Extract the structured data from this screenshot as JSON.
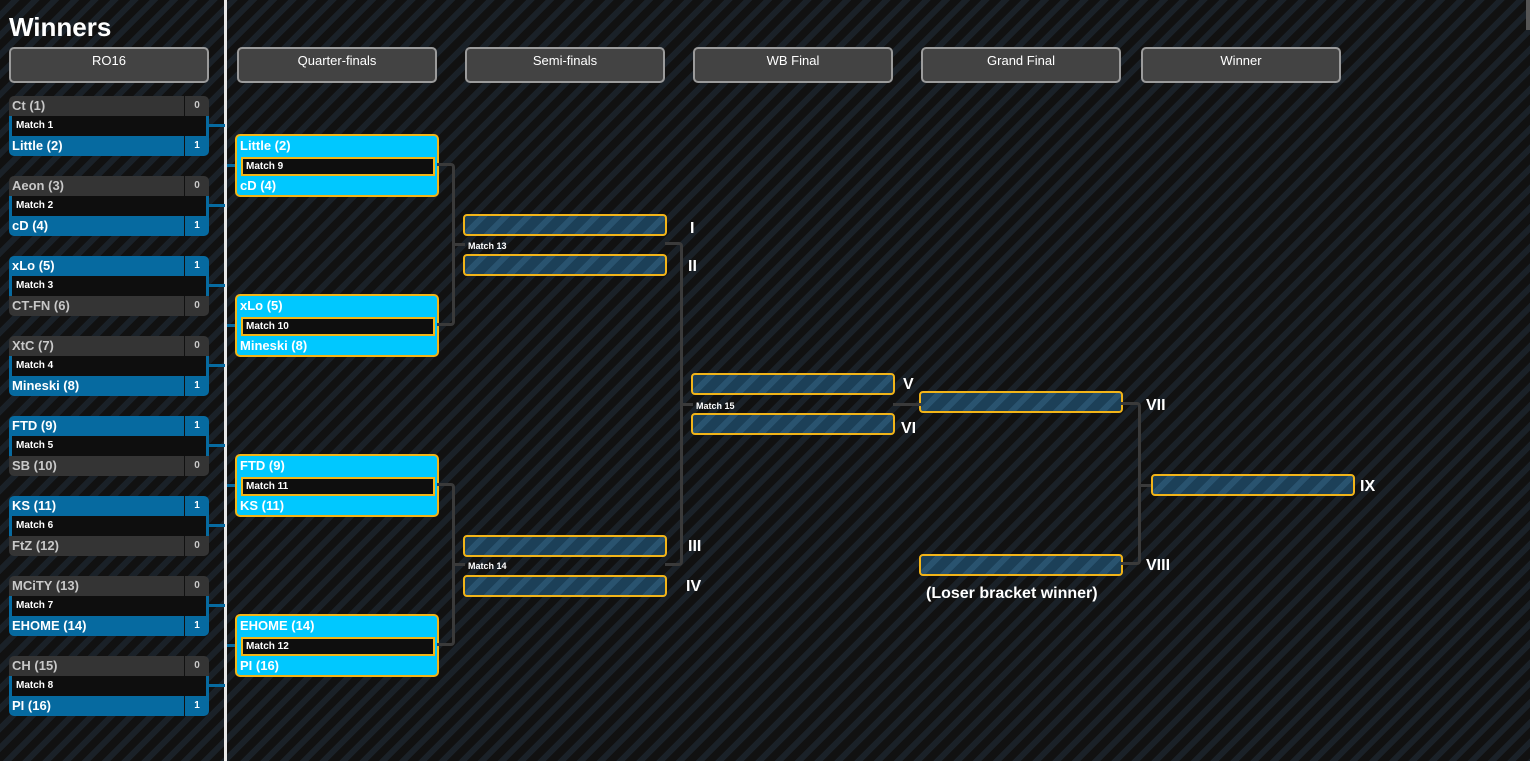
{
  "title": "Winners",
  "rounds": [
    "RO16",
    "Quarter-finals",
    "Semi-finals",
    "WB Final",
    "Grand Final",
    "Winner"
  ],
  "ro16": [
    {
      "match": "Match 1",
      "top": {
        "name": "Ct (1)",
        "score": "0"
      },
      "bottom": {
        "name": "Little (2)",
        "score": "1"
      },
      "winner": "bottom"
    },
    {
      "match": "Match 2",
      "top": {
        "name": "Aeon (3)",
        "score": "0"
      },
      "bottom": {
        "name": "cD (4)",
        "score": "1"
      },
      "winner": "bottom"
    },
    {
      "match": "Match 3",
      "top": {
        "name": "xLo (5)",
        "score": "1"
      },
      "bottom": {
        "name": "CT-FN (6)",
        "score": "0"
      },
      "winner": "top"
    },
    {
      "match": "Match 4",
      "top": {
        "name": "XtC (7)",
        "score": "0"
      },
      "bottom": {
        "name": "Mineski (8)",
        "score": "1"
      },
      "winner": "bottom"
    },
    {
      "match": "Match 5",
      "top": {
        "name": "FTD (9)",
        "score": "1"
      },
      "bottom": {
        "name": "SB (10)",
        "score": "0"
      },
      "winner": "top"
    },
    {
      "match": "Match 6",
      "top": {
        "name": "KS (11)",
        "score": "1"
      },
      "bottom": {
        "name": "FtZ (12)",
        "score": "0"
      },
      "winner": "top"
    },
    {
      "match": "Match 7",
      "top": {
        "name": "MCiTY (13)",
        "score": "0"
      },
      "bottom": {
        "name": "EHOME (14)",
        "score": "1"
      },
      "winner": "bottom"
    },
    {
      "match": "Match 8",
      "top": {
        "name": "CH (15)",
        "score": "0"
      },
      "bottom": {
        "name": "PI (16)",
        "score": "1"
      },
      "winner": "bottom"
    }
  ],
  "quarterfinals": [
    {
      "match": "Match 9",
      "top": "Little (2)",
      "bottom": "cD (4)"
    },
    {
      "match": "Match 10",
      "top": "xLo (5)",
      "bottom": "Mineski (8)"
    },
    {
      "match": "Match 11",
      "top": "FTD (9)",
      "bottom": "KS (11)"
    },
    {
      "match": "Match 12",
      "top": "EHOME (14)",
      "bottom": "PI (16)"
    }
  ],
  "semifinals": [
    {
      "match": "Match 13",
      "top_label": "I",
      "bottom_label": "II"
    },
    {
      "match": "Match 14",
      "top_label": "III",
      "bottom_label": "IV"
    }
  ],
  "wb_final": {
    "match": "Match 15",
    "top_label": "V",
    "bottom_label": "VI"
  },
  "grand_final": {
    "top_label": "VII",
    "bottom_label": "VIII",
    "loser_bracket_note": "(Loser bracket winner)"
  },
  "winner": {
    "label": "IX"
  },
  "colors": {
    "winner_slot": "#066aa0",
    "loser_slot": "#343434",
    "qf_fill": "#00c8ff",
    "gold_border": "#f2b418",
    "connector": "#3a3a3a"
  }
}
